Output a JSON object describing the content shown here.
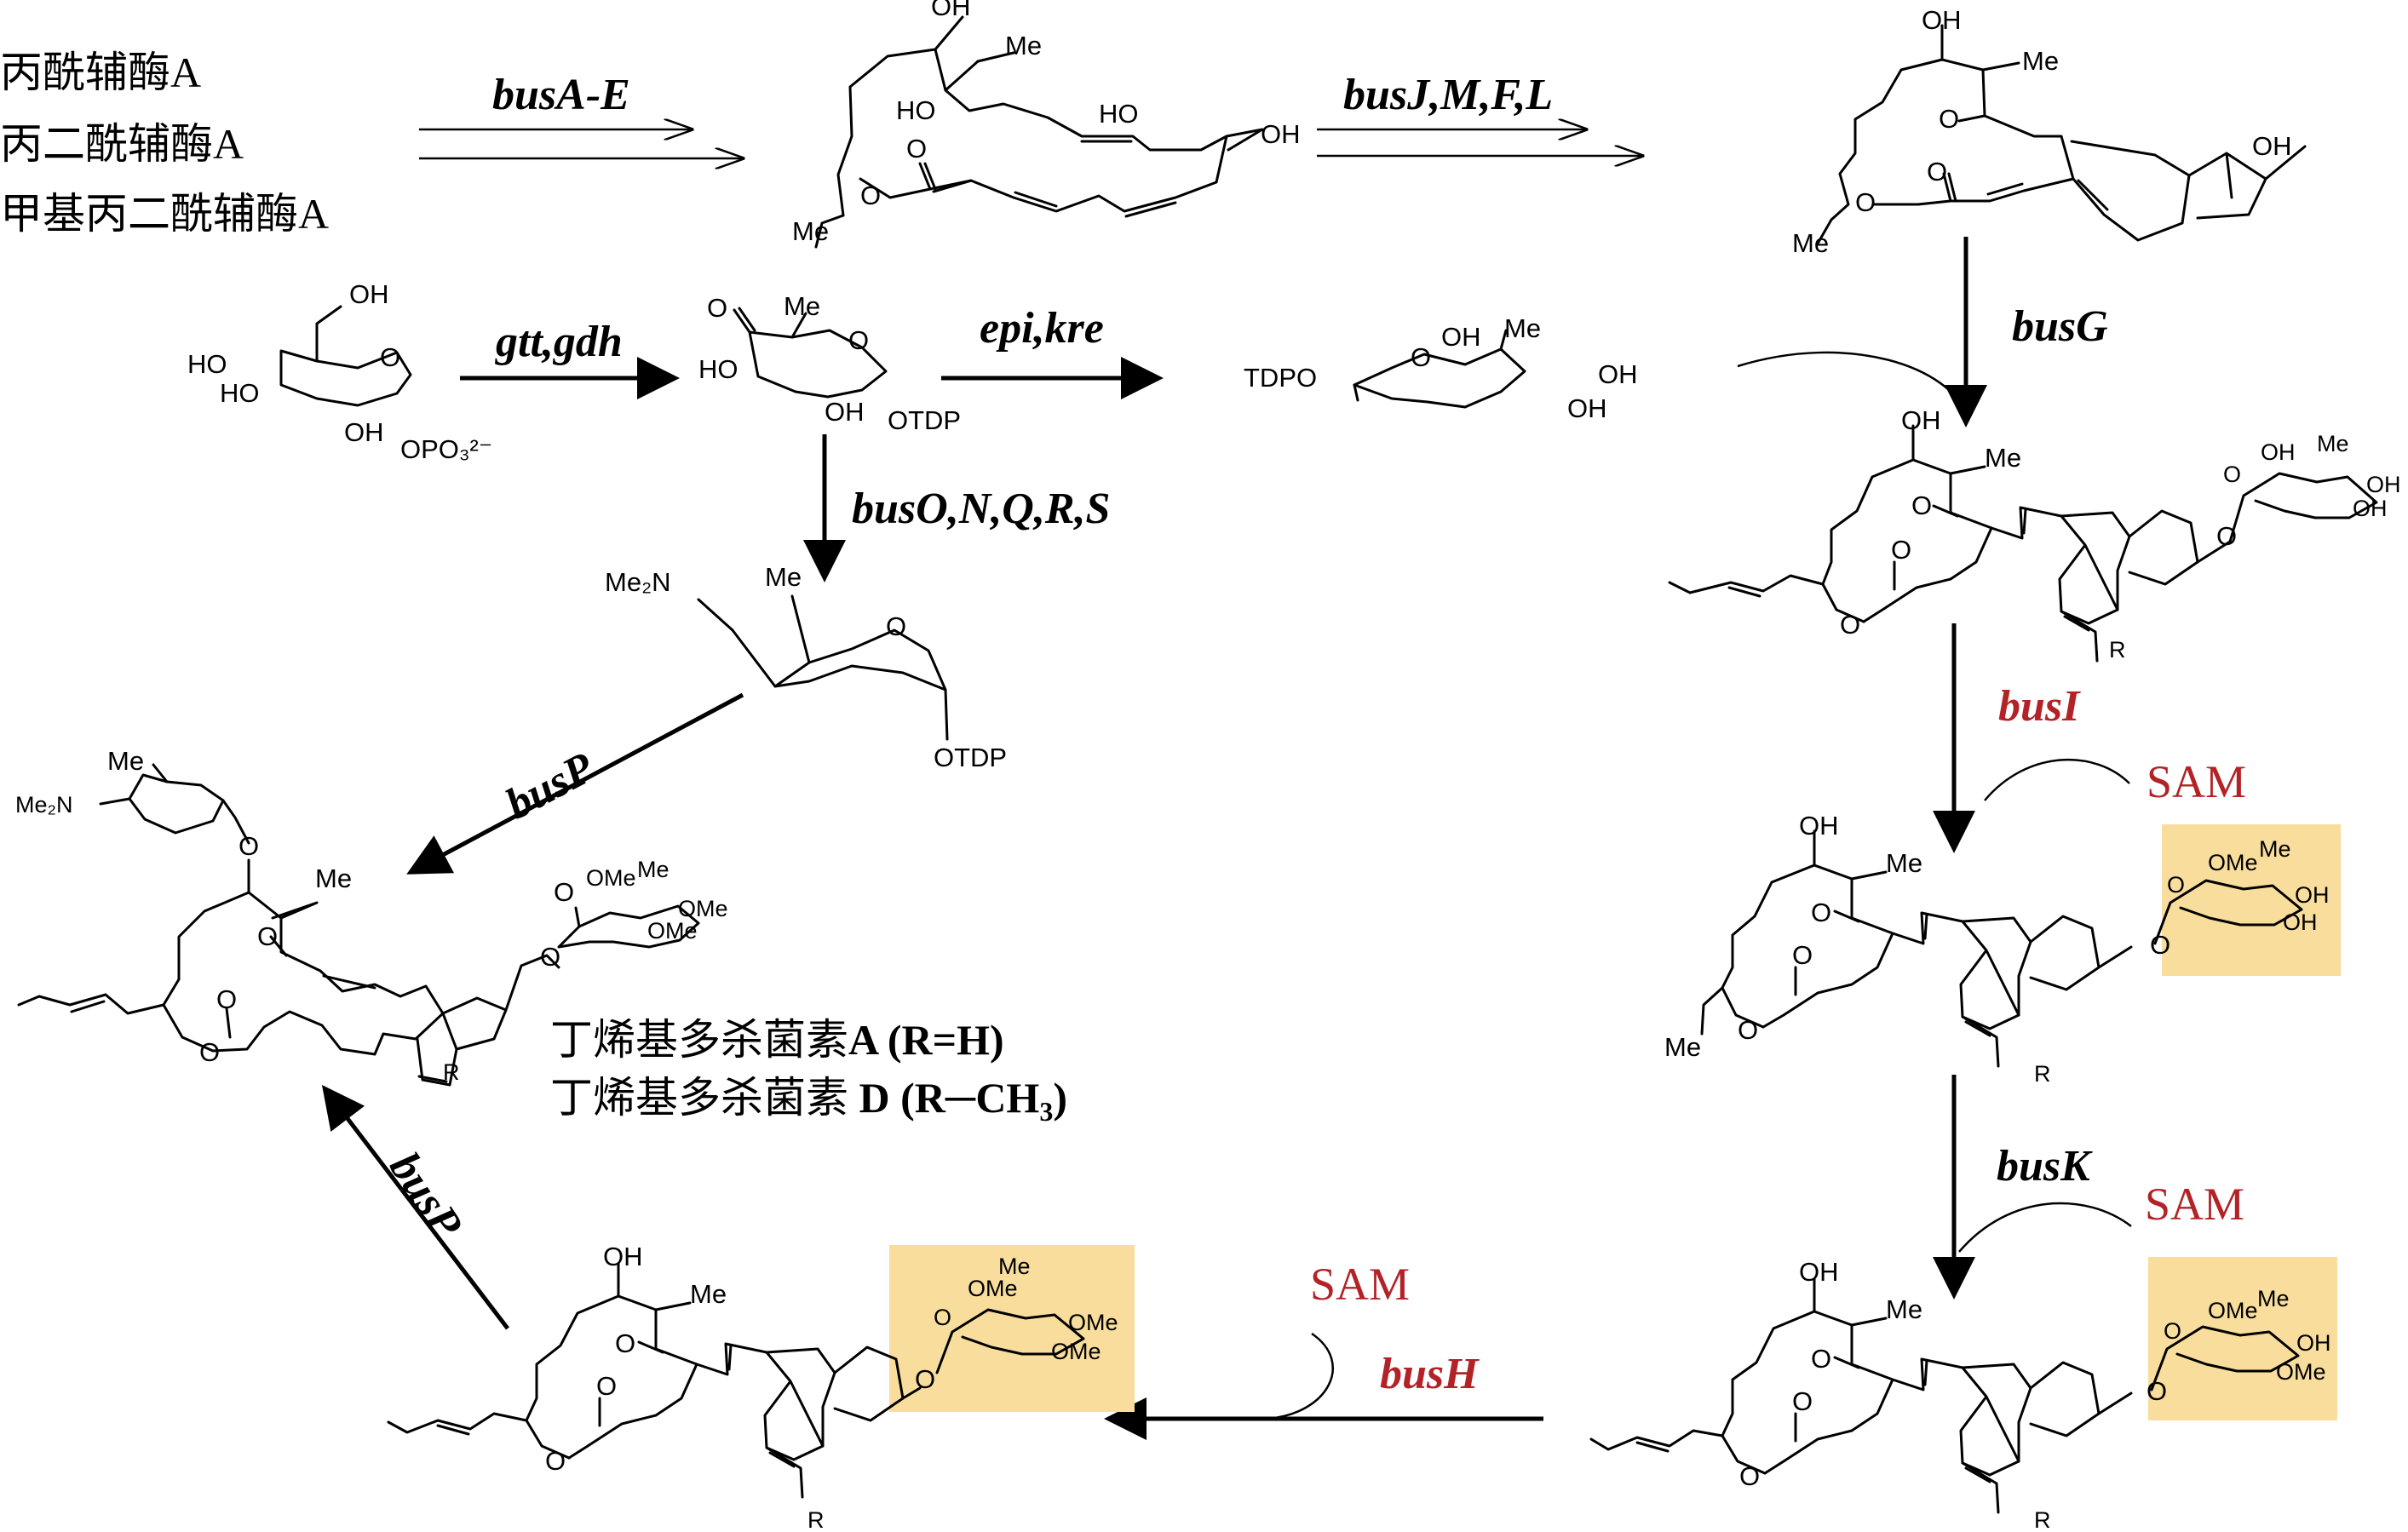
{
  "starting_materials": [
    "丙酰辅酶A",
    "丙二酰辅酶A",
    "甲基丙二酰辅酶A"
  ],
  "enzymes": {
    "busAE": "busA-E",
    "busJMFL": "busJ,M,F,L",
    "gtt_gdh": "gtt,gdh",
    "epi_kre": "epi,kre",
    "busONQRS": "busO,N,Q,R,S",
    "busG": "busG",
    "busP_top": "busP",
    "busI": "busI",
    "busK": "busK",
    "busH": "busH",
    "busP_bottom": "busP"
  },
  "cofactor": "SAM",
  "products": {
    "line1_text": "丁烯基多杀菌素",
    "line1_bold": "A (R=H)",
    "line2_text": "丁烯基多杀菌素 ",
    "line2_bold_a": "D (R",
    "line2_dash": "─",
    "line2_bold_b": "CH",
    "line2_sub": "3",
    "line2_bold_c": ")"
  },
  "atom_labels": {
    "OH": "OH",
    "Me": "Me",
    "HO": "HO",
    "O": "O",
    "R": "R",
    "OMe": "OMe",
    "OTDP": "OTDP",
    "TDPO": "TDPO",
    "Me2N": "Me₂N",
    "OPO3": "OPO₃²⁻"
  },
  "colors": {
    "enzyme_red": "#b22226",
    "highlight": "#f8dd9c"
  }
}
